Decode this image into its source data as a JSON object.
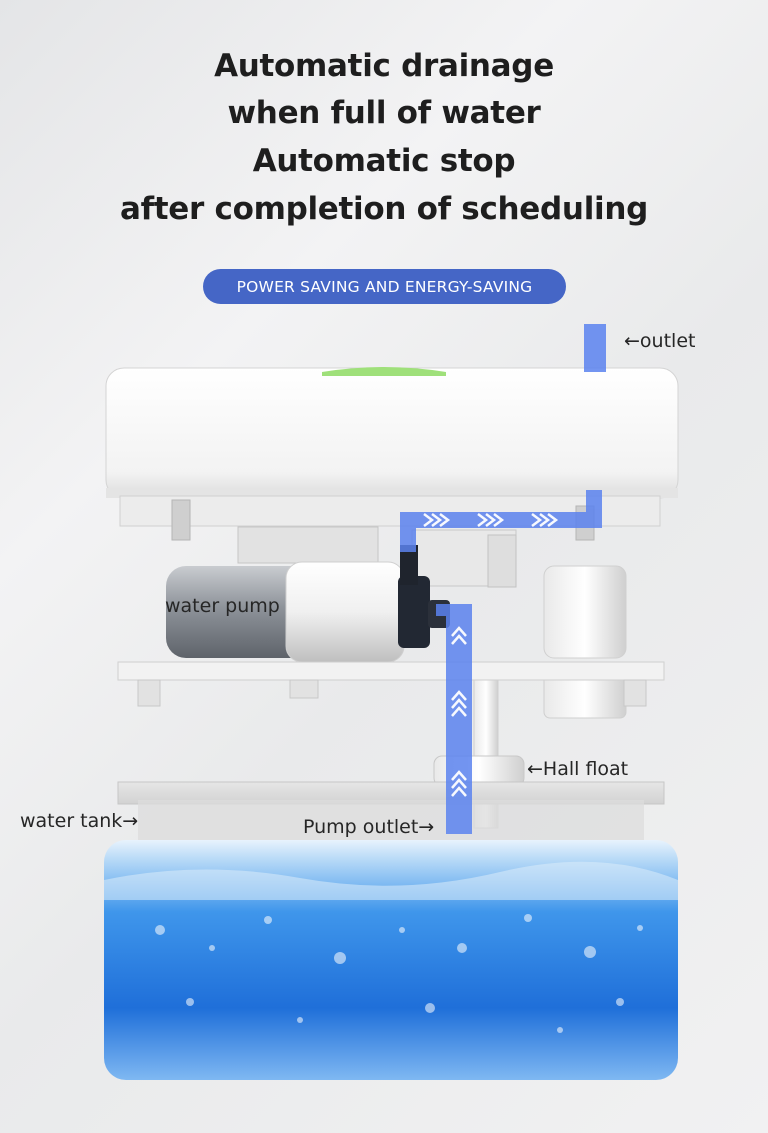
{
  "headline": {
    "line1": "Automatic drainage",
    "line2": "when full of water",
    "line3": "Automatic stop",
    "line4": "after completion of scheduling"
  },
  "badge": {
    "text": "POWER SAVING AND ENERGY-SAVING"
  },
  "labels": {
    "outlet": "←outlet",
    "water_pump": "water pump",
    "hall_float": "←Hall float",
    "water_tank": "water tank→",
    "pump_outlet": "Pump outlet→"
  },
  "colors": {
    "accent": "#4566c6",
    "flow": "#5b82ee",
    "water": "#2f86e6"
  }
}
